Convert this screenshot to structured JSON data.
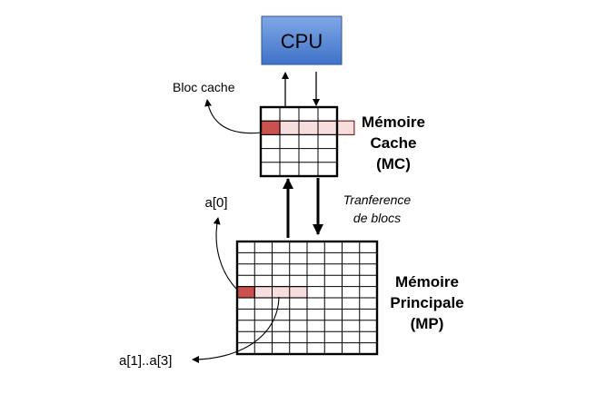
{
  "cpu": {
    "label": "CPU"
  },
  "cache": {
    "title_lines": [
      "Mémoire",
      "Cache",
      "(MC)"
    ],
    "grid_rows": 5,
    "grid_cols": 4
  },
  "main_memory": {
    "title_lines": [
      "Mémoire",
      "Principale",
      "(MP)"
    ],
    "grid_rows": 10,
    "grid_cols": 8
  },
  "labels": {
    "bloc_cache": "Bloc cache",
    "transfer_lines": [
      "Tranference",
      "de blocs"
    ],
    "a0": "a[0]",
    "a1_a3": "a[1]..a[3]"
  },
  "colors": {
    "cpu_fill_top": "#7fa8e6",
    "cpu_fill_bottom": "#3f72c8",
    "highlight_dark": "#c9524e",
    "highlight_light": "#f5dedd",
    "line": "#000000"
  }
}
